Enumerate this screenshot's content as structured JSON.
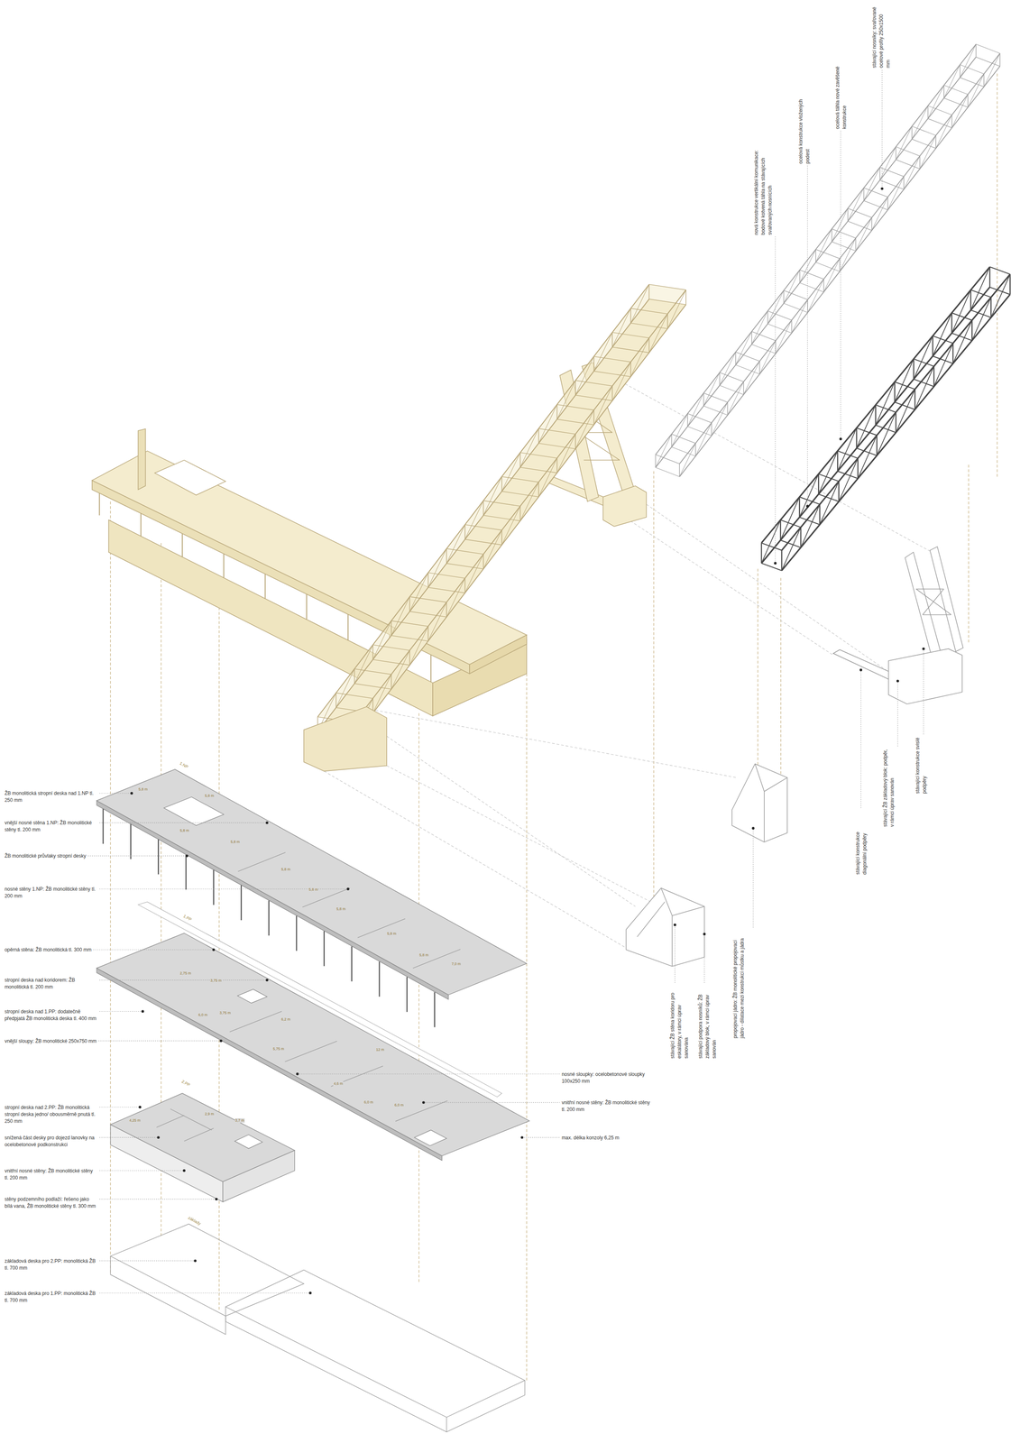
{
  "diagram": {
    "labels": [
      "ŽB monolitická stropní deska nad 1.NP tl. 250 mm",
      "vnější nosné stěna 1.NP: ŽB monolitické stěny tl. 200 mm",
      "ŽB monolitické průvlaky stropní desky",
      "nosné stěny 1.NP: ŽB monolitické stěny tl. 200 mm",
      "opěrná stěna: ŽB monolitická tl. 300 mm",
      "stropní deska nad koridorem: ŽB monolitická tl. 200 mm",
      "stropní deska nad 1.PP: dodatečně předpjatá ŽB monolitická deska tl. 400 mm",
      "vnější sloupy: ŽB monolitické 250x750 mm",
      "stropní deska nad 2.PP: ŽB monolitická stropní deska jedno/ obousměrně pnutá tl. 250 mm",
      "snížená část desky pro dojezd lanovky na ocelobetonové podkonstrukci",
      "vnitřní nosné stěny: ŽB monolitické stěny tl. 200 mm",
      "stěny podzemního podlaží: řešeno jako bílá vana, ŽB monolitické stěny tl. 300 mm",
      "základová deska pro 2.PP: monolitická ŽB tl. 700 mm",
      "základová deska pro 1.PP: monolitická ŽB tl. 700 mm",
      "nosné sloupky: ocelobetonové sloupky 100x250 mm",
      "vnitřní nosné stěny: ŽB monolitické stěny tl. 200 mm",
      "max. délka konzoly 6,25 m",
      "nová konstrukce vertikální komunikace: bodové kotvená táhla na stávajících svařovaných nosnících",
      "ocelová konstrukce vložených podest",
      "ocelová táhla nové zavěšené konstrukce",
      "stávající nosníky: svařované ocelové profily 250x1500 mm",
      "stávající ŽB stěna koridoru pro eskalátory, v rámci úprav sanována",
      "stávající podpora nosníků: ŽB základový blok, v rámci úprav sanován",
      "propojovací jádro: ŽB monolitické propojovací jádro - dilatace mezi konstrukcí můstku a jádra",
      "stávající konstrukce diagonální podpěry",
      "stávající ŽB základový blok: podpěr, v rámci úprav sanován",
      "stávající konstrukce svislé podpěry",
      "1.NP",
      "1.PP",
      "2.PP",
      "základy",
      "5,8 m",
      "5,8 m",
      "5,8 m",
      "5,8 m",
      "5,8 m",
      "5,8 m",
      "5,8 m",
      "5,8 m",
      "5,8 m",
      "2,75 m",
      "3,75 m",
      "6,0 m",
      "3,75 m",
      "6,2 m",
      "5,75 m",
      "12 m",
      "4,6 m",
      "6,0 m",
      "6,0 m",
      "7,0 m",
      "4,25 m",
      "2,9 m",
      "3,7 m"
    ]
  }
}
